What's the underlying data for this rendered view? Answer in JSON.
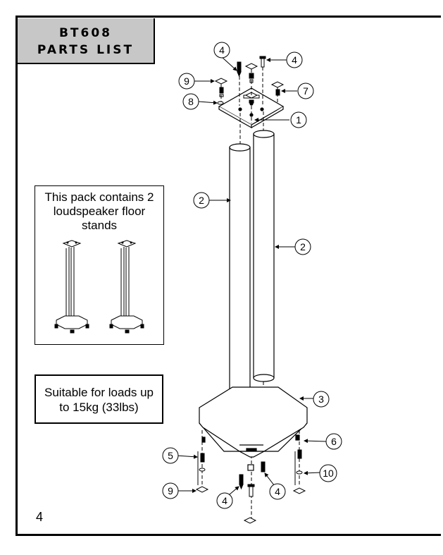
{
  "header": {
    "title_line1": "BT608",
    "title_line2": "PARTS LIST"
  },
  "pack_info": {
    "line1": "This pack contains 2",
    "line2": "loudspeaker floor",
    "line3": "stands"
  },
  "load_info": {
    "line1": "Suitable for loads up",
    "line2": "to 15kg (33lbs)"
  },
  "page_number": "4",
  "callouts": {
    "c1": "1",
    "c2a": "2",
    "c2b": "2",
    "c3": "3",
    "c4a": "4",
    "c4b": "4",
    "c4c": "4",
    "c4d": "4",
    "c5": "5",
    "c6": "6",
    "c7": "7",
    "c8": "8",
    "c9a": "9",
    "c9b": "9",
    "c10": "10"
  }
}
